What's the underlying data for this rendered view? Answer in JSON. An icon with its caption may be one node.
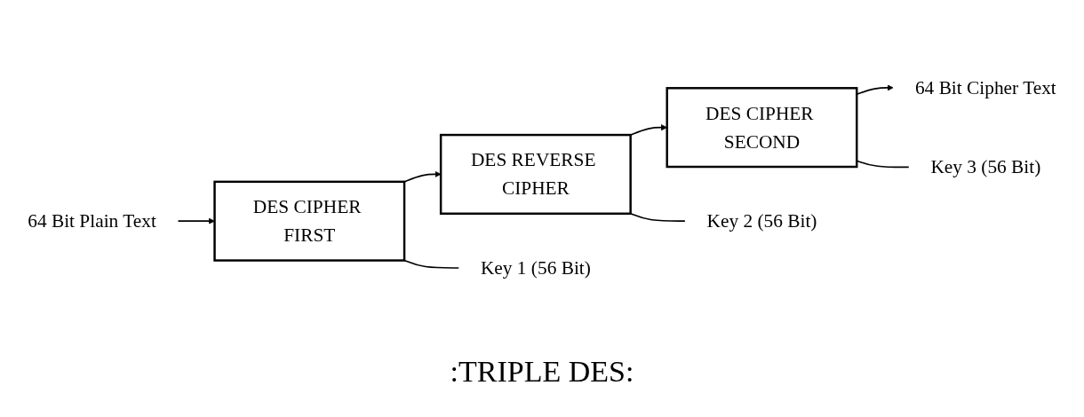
{
  "diagram": {
    "caption": ":TRIPLE DES:",
    "nodes": [
      {
        "text": [
          "64 Bit Plain Text"
        ]
      },
      {
        "text": [
          "DES CIPHER FIRST"
        ]
      },
      {
        "text": [
          "DES REVERSE CIPHER"
        ]
      },
      {
        "text": [
          "DES CIPHER SECOND"
        ]
      },
      {
        "text": [
          "64 Bit Cipher Text"
        ]
      },
      {
        "text": [
          "Key 1 (56 Bit)"
        ]
      },
      {
        "text": [
          "Key 2 (56 Bit)"
        ]
      },
      {
        "text": [
          "Key 3 (56 Bit)"
        ]
      }
    ],
    "edges": [
      {
        "from": 0,
        "to": 1,
        "arrow": "to"
      },
      {
        "from": 1,
        "to": 2,
        "arrow": "to"
      },
      {
        "from": 2,
        "to": 3,
        "arrow": "to"
      },
      {
        "from": 3,
        "to": 4,
        "arrow": "to"
      },
      {
        "from": 1,
        "to": 5,
        "arrow": "none"
      },
      {
        "from": 2,
        "to": 6,
        "arrow": "none"
      },
      {
        "from": 3,
        "to": 7,
        "arrow": "none"
      }
    ]
  }
}
